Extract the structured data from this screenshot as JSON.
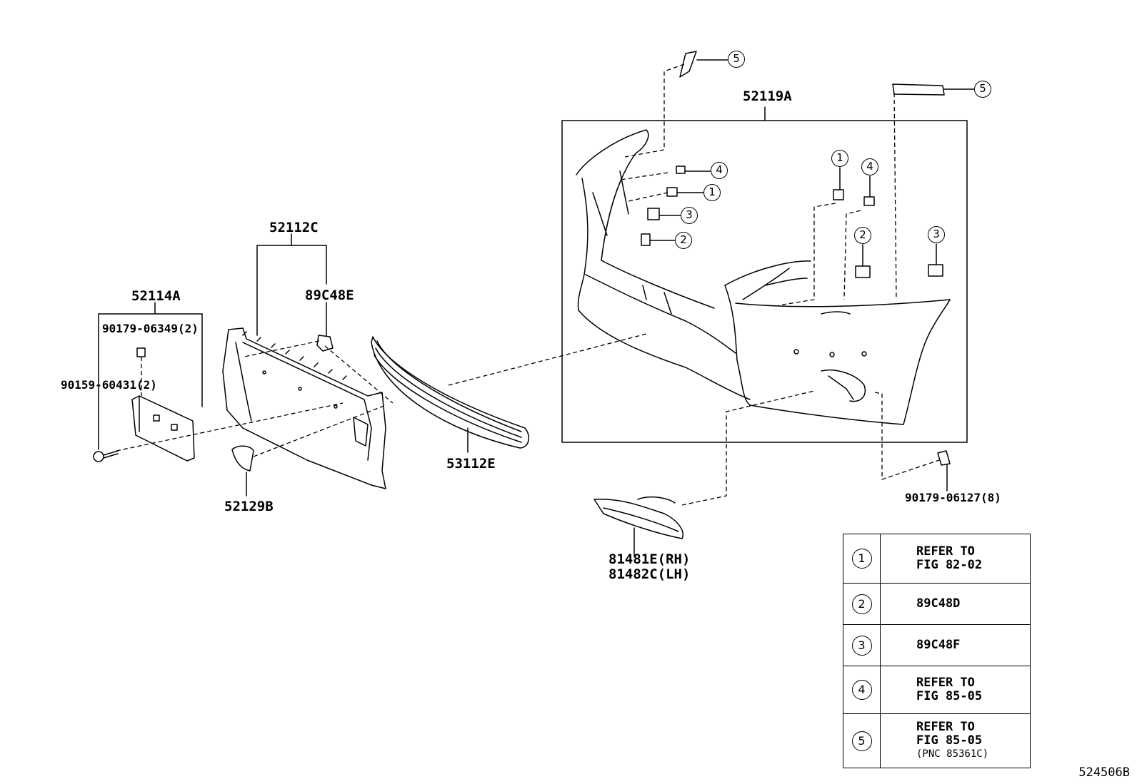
{
  "parts": {
    "p52119A": "52119A",
    "p52112C": "52112C",
    "p52114A": "52114A",
    "p89C48E": "89C48E",
    "p90179_06349": "90179-06349(2)",
    "p90159_60431": "90159-60431(2)",
    "p53112E": "53112E",
    "p52129B": "52129B",
    "p90179_06127": "90179-06127(8)",
    "p81481E": "81481E(RH)",
    "p81482C": "81482C(LH)"
  },
  "callouts": {
    "c1": "1",
    "c2": "2",
    "c3": "3",
    "c4": "4",
    "c5": "5"
  },
  "legend": [
    {
      "key": "1",
      "line1": "REFER TO",
      "line2": "FIG 82-02",
      "line3": ""
    },
    {
      "key": "2",
      "line1": "89C48D",
      "line2": "",
      "line3": ""
    },
    {
      "key": "3",
      "line1": "89C48F",
      "line2": "",
      "line3": ""
    },
    {
      "key": "4",
      "line1": "REFER TO",
      "line2": "FIG 85-05",
      "line3": ""
    },
    {
      "key": "5",
      "line1": "REFER TO",
      "line2": "FIG 85-05",
      "line3": "(PNC 85361C)"
    }
  ],
  "figure_id": "524506B"
}
